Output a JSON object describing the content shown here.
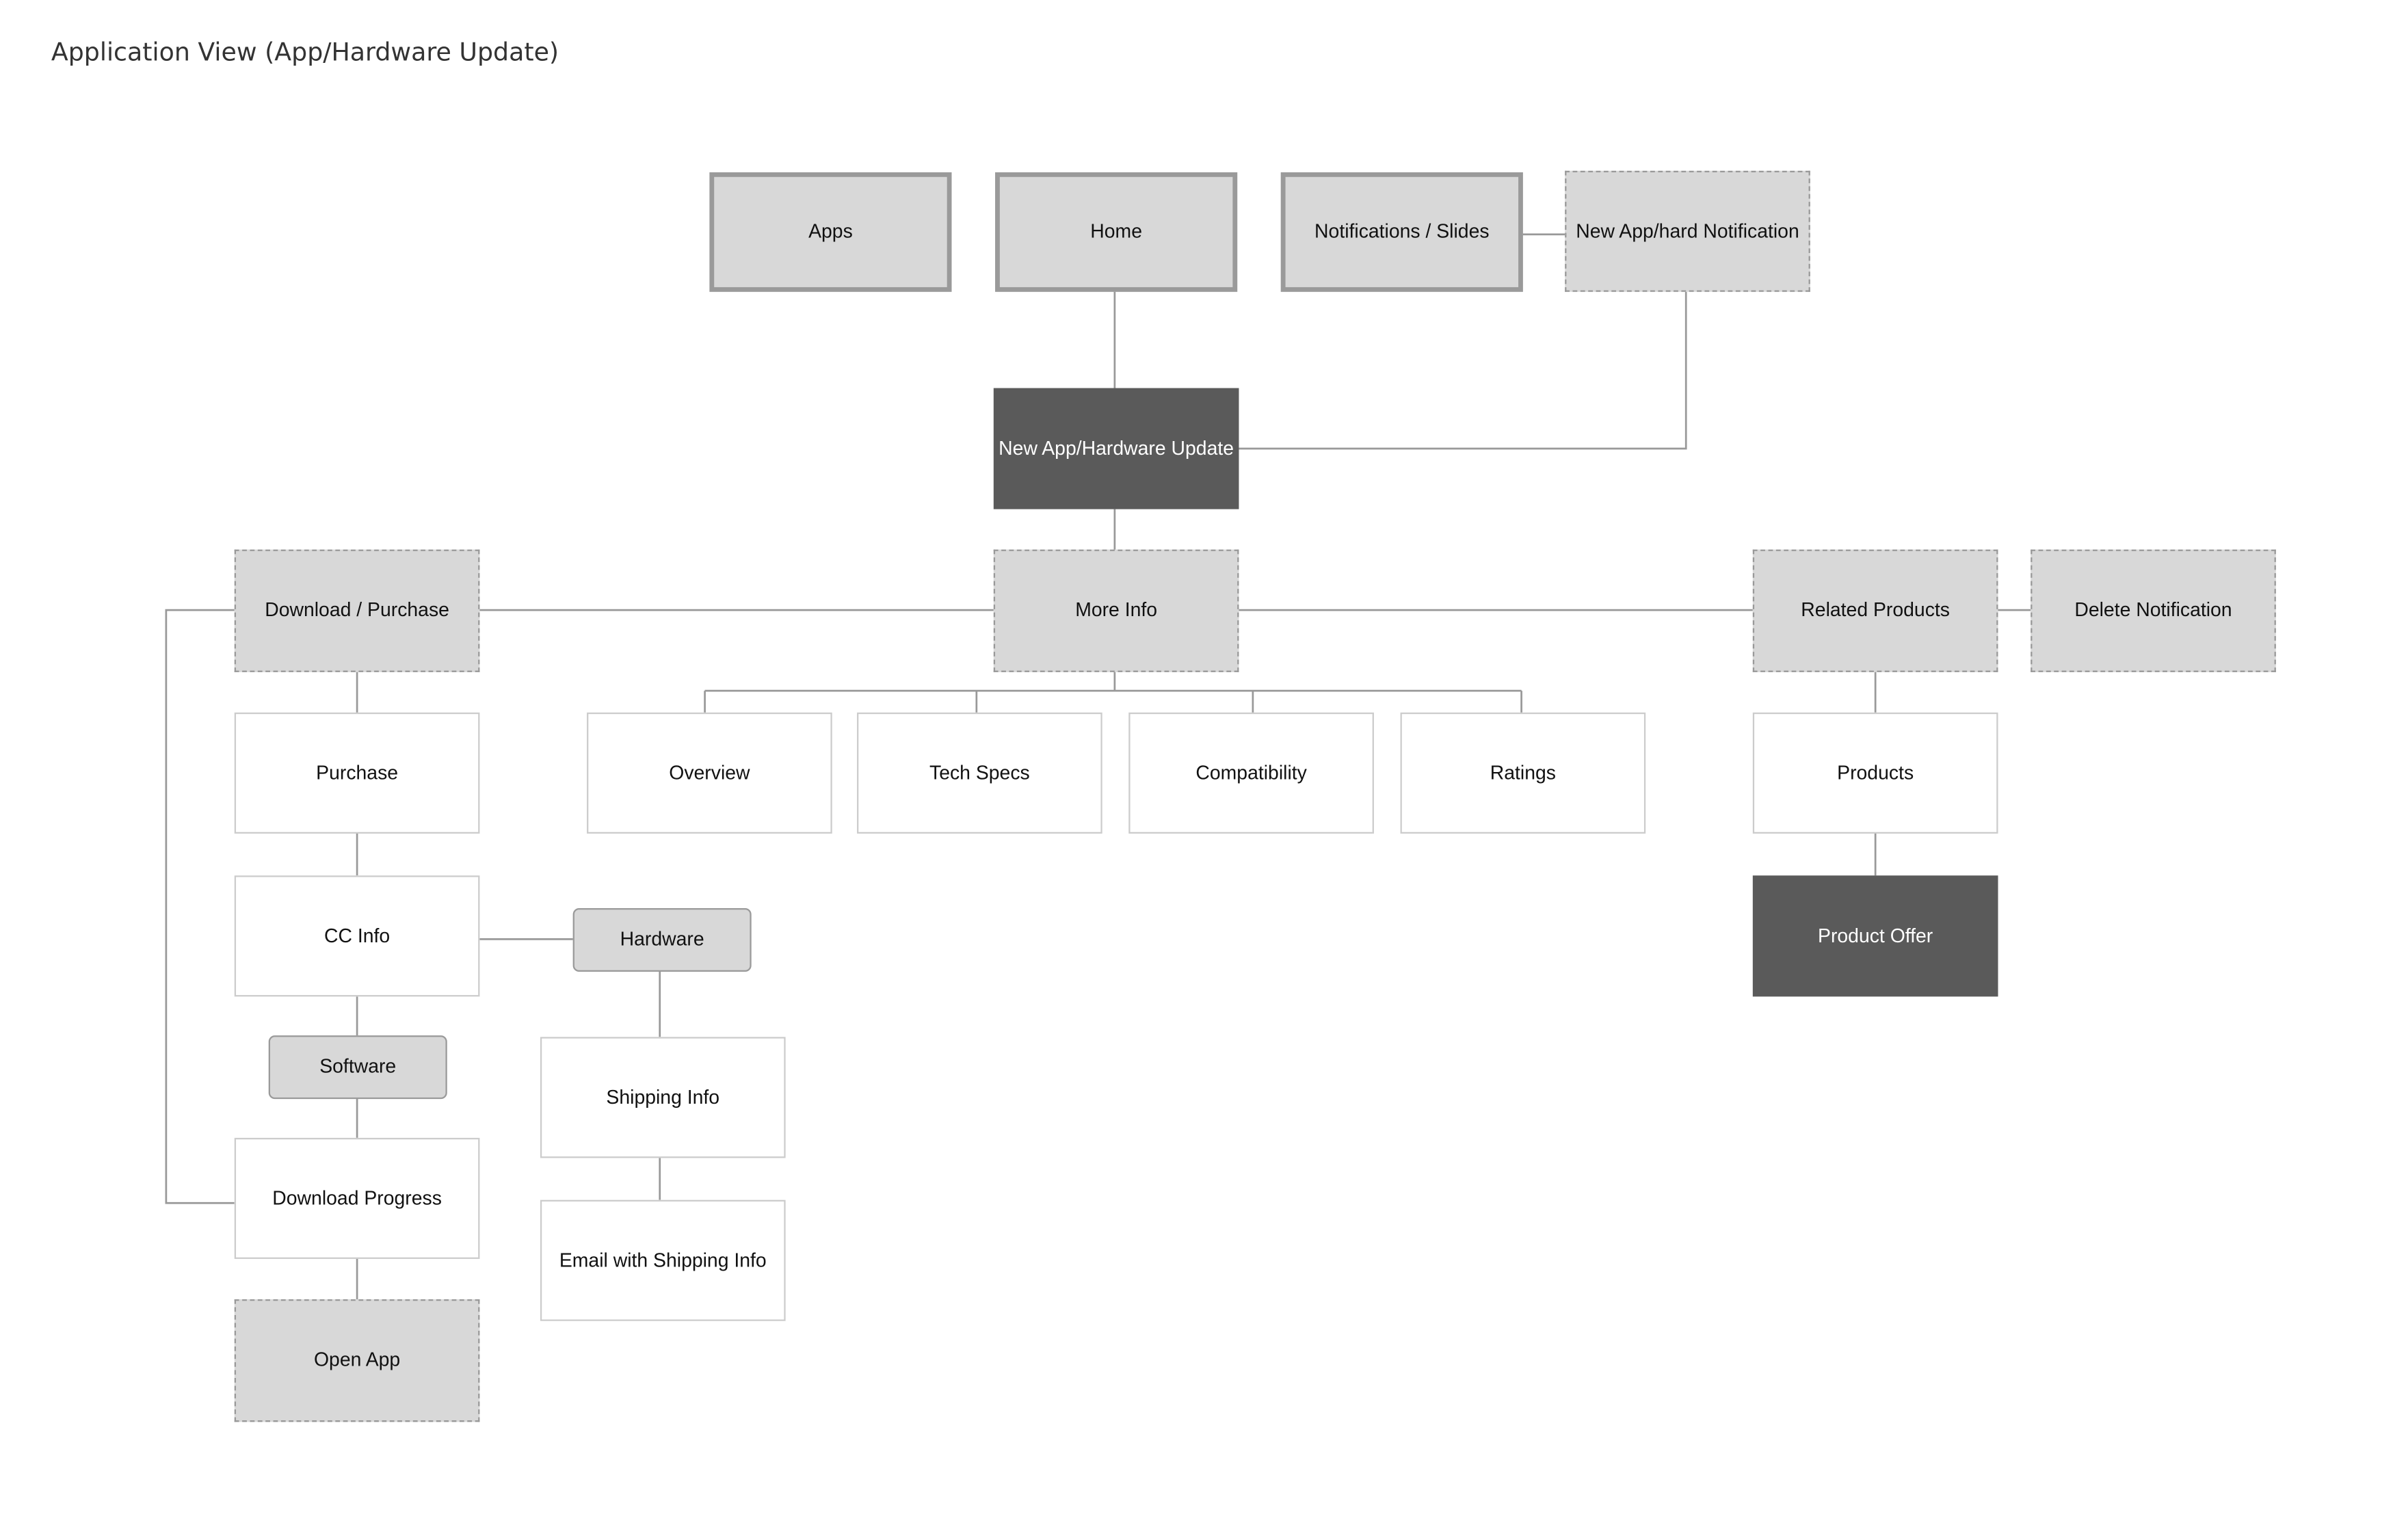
{
  "page": {
    "title": "Application View (App/Hardware Update)"
  },
  "nodes": {
    "apps": "Apps",
    "home": "Home",
    "notifications_slides": "Notifications / Slides",
    "new_app_hard_notification": "New App/hard Notification",
    "new_app_hardware_update": "New App/Hardware Update",
    "download_purchase": "Download / Purchase",
    "more_info": "More Info",
    "related_products": "Related Products",
    "delete_notification": "Delete Notification",
    "purchase": "Purchase",
    "overview": "Overview",
    "tech_specs": "Tech Specs",
    "compatibility": "Compatibility",
    "ratings": "Ratings",
    "products": "Products",
    "cc_info": "CC Info",
    "hardware": "Hardware",
    "product_offer": "Product Offer",
    "software": "Software",
    "shipping_info": "Shipping Info",
    "download_progress": "Download Progress",
    "email_with_shipping_info": "Email with Shipping Info",
    "open_app": "Open App"
  },
  "colors": {
    "fill_light": "#d8d8d8",
    "fill_dark": "#5a5a5a",
    "border_strong": "#9a9a9a",
    "border_light": "#cccccc",
    "connector": "#999999"
  }
}
